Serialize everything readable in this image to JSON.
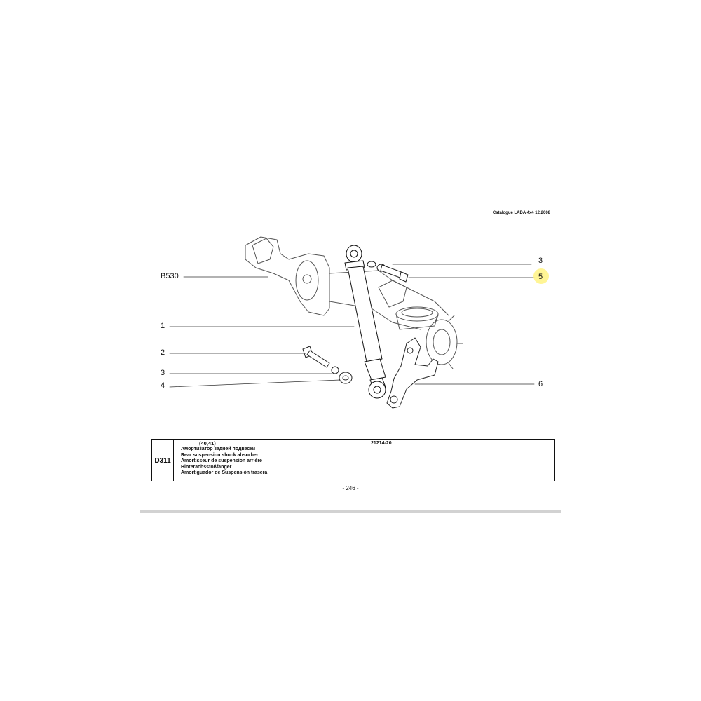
{
  "header": {
    "catalogue_title": "Catalogue LADA 4x4 12.2008"
  },
  "callouts": {
    "b530": "B530",
    "c1": "1",
    "c2": "2",
    "c3_left": "3",
    "c4": "4",
    "c3_right": "3",
    "c5": "5",
    "c6": "6"
  },
  "table": {
    "code": "D311",
    "ref": "(40,41)",
    "desc_lines": [
      "Амортизатор задней подвески",
      "Rear suspension shock absorber",
      "Amortisseur de suspension arrière",
      "Hinterachsstoßfänger",
      "Amortiguador de Suspensión trasera"
    ],
    "model": "21214-20"
  },
  "footer": {
    "page_number": "- 246 -"
  },
  "colors": {
    "highlight": "#fff48a",
    "rule": "#d2d2d2"
  },
  "icons": [
    "shock-absorber-icon",
    "axle-housing-icon",
    "bolt-icon",
    "washer-icon",
    "bracket-icon"
  ]
}
